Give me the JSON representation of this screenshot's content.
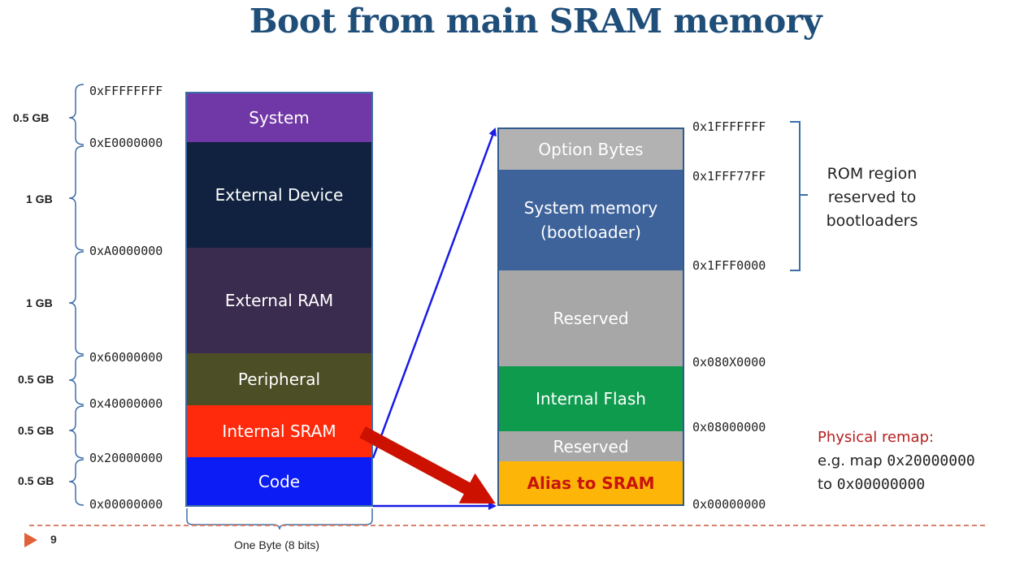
{
  "slide": {
    "title": "Boot from main SRAM memory",
    "page_number": "9",
    "width_caption": "One Byte (8 bits)"
  },
  "left_map": {
    "blocks": [
      {
        "label": "System",
        "color": "#7037a6"
      },
      {
        "label": "External Device",
        "color": "#10223f"
      },
      {
        "label": "External RAM",
        "color": "#3a2c4e"
      },
      {
        "label": "Peripheral",
        "color": "#4c4e26"
      },
      {
        "label": "Internal SRAM",
        "color": "#ff2a0c"
      },
      {
        "label": "Code",
        "color": "#0b1cf5"
      }
    ],
    "addresses": [
      "0xFFFFFFFF",
      "0xE0000000",
      "0xA0000000",
      "0x60000000",
      "0x40000000",
      "0x20000000",
      "0x00000000"
    ],
    "sizes": [
      "0.5 GB",
      "1 GB",
      "1 GB",
      "0.5 GB",
      "0.5 GB",
      "0.5 GB"
    ]
  },
  "right_map": {
    "blocks": [
      {
        "label": "Option Bytes",
        "color": "#b2b2b2",
        "text_color": "#ffffff"
      },
      {
        "label": "System memory\n(bootloader)",
        "color": "#3e639b",
        "text_color": "#ffffff"
      },
      {
        "label": "Reserved",
        "color": "#a7a7a7",
        "text_color": "#ffffff"
      },
      {
        "label": "Internal Flash",
        "color": "#0f9b4e",
        "text_color": "#ffffff"
      },
      {
        "label": "Reserved",
        "color": "#a7a7a7",
        "text_color": "#ffffff"
      },
      {
        "label": "Alias to SRAM",
        "color": "#fdb507",
        "text_color": "#c8140d"
      }
    ],
    "addresses": [
      "0x1FFFFFFF",
      "0x1FFF77FF",
      "0x1FFF0000",
      "0x080X0000",
      "0x08000000",
      "0x00000000"
    ]
  },
  "rom_note": "ROM region\nreserved to\nbootloaders",
  "remap_note": {
    "heading": "Physical remap:",
    "line1_prefix": "e.g. map ",
    "line1_code": "0x20000000",
    "line2_prefix": "to ",
    "line2_code": "0x00000000"
  },
  "colors": {
    "title": "#1f4e79",
    "arrow_blue": "#1a1ae6",
    "arrow_red": "#cc1100",
    "bracket": "#3d6ea8",
    "footer_marker": "#e0603a"
  }
}
